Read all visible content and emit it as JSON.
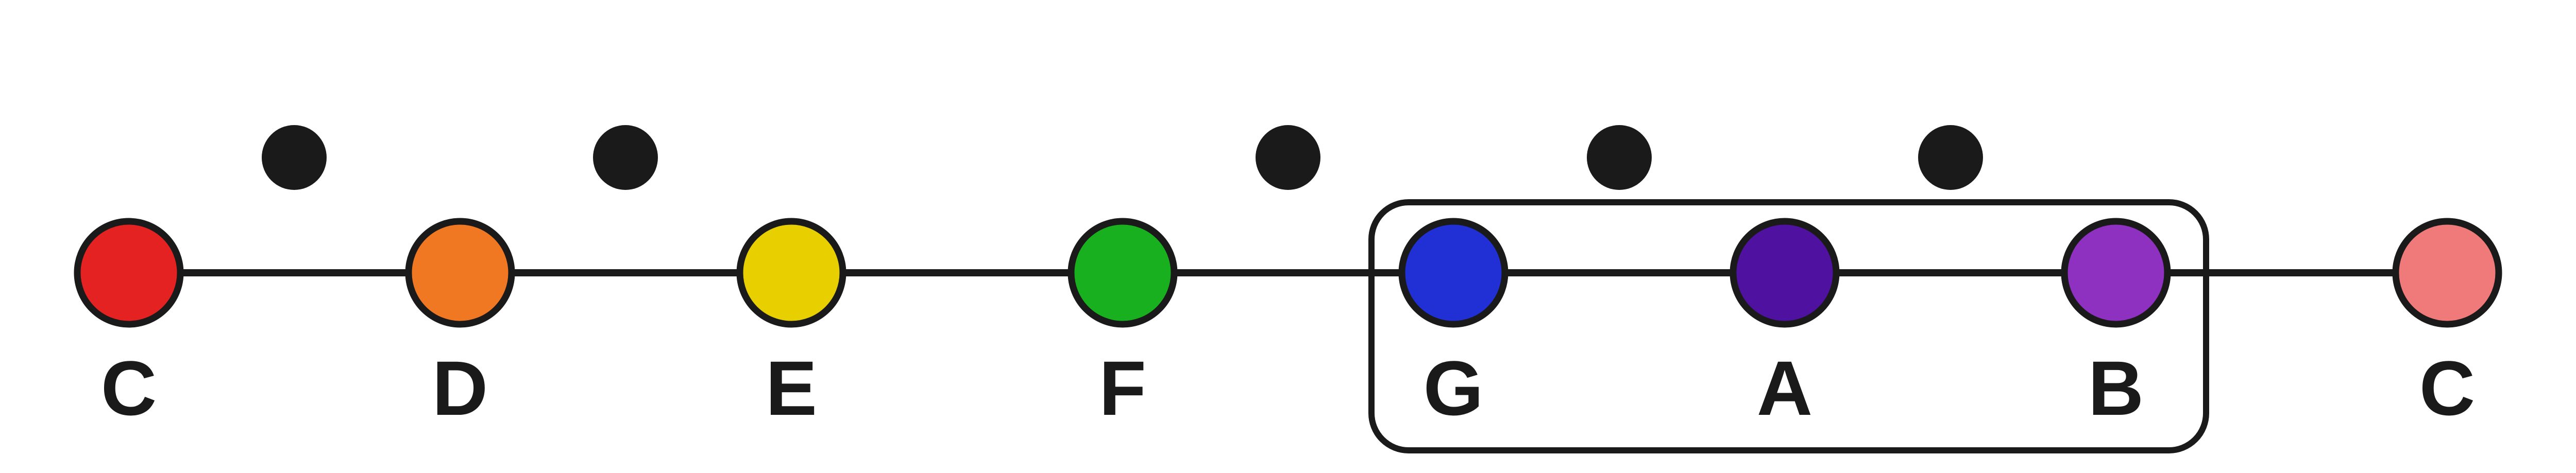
{
  "diagram": {
    "line_color": "#1a1a1a",
    "outline_color": "#1a1a1a",
    "notes": [
      {
        "label": "C",
        "color": "#e52222"
      },
      {
        "label": "D",
        "color": "#f07822"
      },
      {
        "label": "E",
        "color": "#e8d000"
      },
      {
        "label": "F",
        "color": "#18b01e"
      },
      {
        "label": "G",
        "color": "#2030d4"
      },
      {
        "label": "A",
        "color": "#4f12a0"
      },
      {
        "label": "B",
        "color": "#8e30c0"
      },
      {
        "label": "C",
        "color": "#f07a7a"
      }
    ],
    "sharps_after_note_index": [
      0,
      1,
      3,
      4,
      5
    ],
    "highlight_group": {
      "note_indices": [
        4,
        5,
        6
      ]
    }
  }
}
